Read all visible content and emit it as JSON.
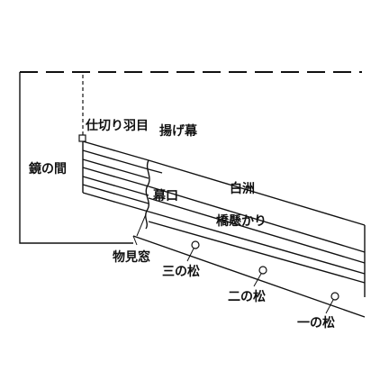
{
  "labels": {
    "kagami_no_ma": "鏡の間",
    "shikiri_hame": "仕切り羽目",
    "agemaku": "揚げ幕",
    "shirasu": "白洲",
    "makuguchi": "幕口",
    "hashigakari": "橋懸かり",
    "monomimado": "物見窓",
    "sannomatsu": "三の松",
    "ninomatsu": "二の松",
    "ichinomatsu": "一の松"
  },
  "colors": {
    "ink": "#111111",
    "paper": "#ffffff"
  }
}
